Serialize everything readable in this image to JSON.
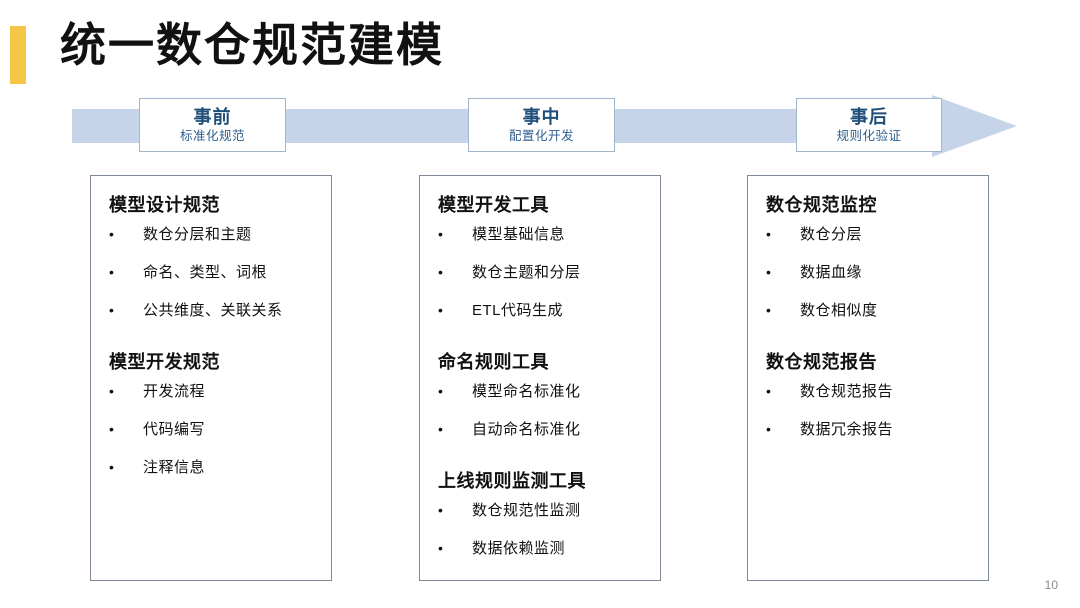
{
  "slide": {
    "title": "统一数仓规范建模",
    "page_number": "10",
    "accent_color": "#f5c745",
    "stage_text_color": "#1f4e79",
    "banner_color": "#c6d4ea",
    "box_border_color": "#7e8a96"
  },
  "banner": {
    "arrow_icon": "right-arrow-banner",
    "stages": [
      {
        "title": "事前",
        "subtitle": "标准化规范"
      },
      {
        "title": "事中",
        "subtitle": "配置化开发"
      },
      {
        "title": "事后",
        "subtitle": "规则化验证"
      }
    ]
  },
  "columns": [
    {
      "groups": [
        {
          "heading": "模型设计规范",
          "items": [
            "数仓分层和主题",
            "命名、类型、词根",
            "公共维度、关联关系"
          ]
        },
        {
          "heading": "模型开发规范",
          "items": [
            "开发流程",
            "代码编写",
            "注释信息"
          ]
        }
      ]
    },
    {
      "groups": [
        {
          "heading": "模型开发工具",
          "items": [
            "模型基础信息",
            "数仓主题和分层",
            "ETL代码生成"
          ]
        },
        {
          "heading": "命名规则工具",
          "items": [
            "模型命名标准化",
            "自动命名标准化"
          ]
        },
        {
          "heading": "上线规则监测工具",
          "items": [
            "数仓规范性监测",
            "数据依赖监测"
          ]
        }
      ]
    },
    {
      "groups": [
        {
          "heading": "数仓规范监控",
          "items": [
            "数仓分层",
            "数据血缘",
            "数仓相似度"
          ]
        },
        {
          "heading": "数仓规范报告",
          "items": [
            "数仓规范报告",
            "数据冗余报告"
          ]
        }
      ]
    }
  ],
  "bullet_glyph": "•"
}
